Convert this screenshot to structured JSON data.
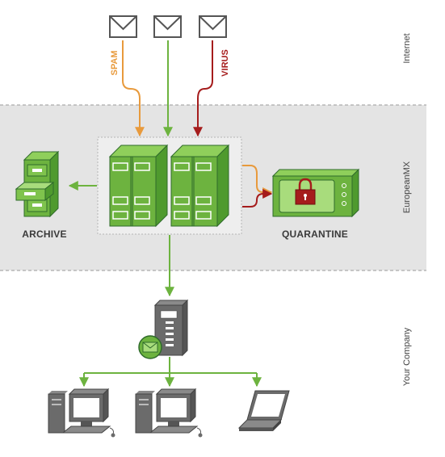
{
  "zones": {
    "internet": "Internet",
    "provider": "EuropeanMX",
    "company": "Your Company"
  },
  "labels": {
    "archive": "ARCHIVE",
    "quarantine": "QUARANTINE",
    "spam": "SPAM",
    "virus": "VIRUS"
  },
  "icons": {
    "envelope": "envelope-icon",
    "filing_cabinet": "filing-cabinet-icon",
    "server_rack": "server-rack-icon",
    "lock": "padlock-icon",
    "mail_server": "mail-server-icon",
    "desktop_pc": "desktop-computer-icon",
    "laptop": "laptop-icon"
  },
  "colors": {
    "band": "#e4e4e4",
    "dash": "#9a9a9a",
    "green": "#6db33f",
    "green_dark": "#2f6b2b",
    "spam_orange": "#e89a3c",
    "virus_red": "#a51c1c",
    "device_gray": "#6b6b6b"
  }
}
